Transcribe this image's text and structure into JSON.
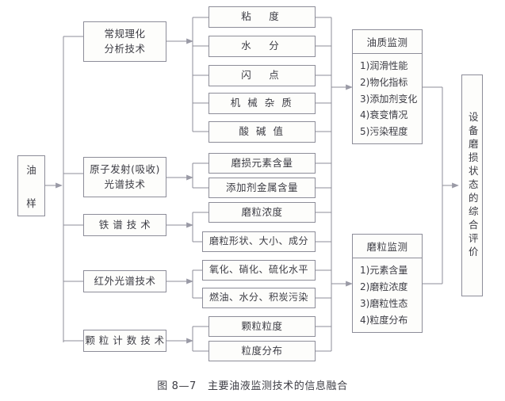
{
  "figure": {
    "caption_number": "图 8—7",
    "caption_text": "主要油液监测技术的信息融合"
  },
  "colors": {
    "box_border": "#8d8d99",
    "box_fill": "#fdfdfb",
    "line": "#8d8d99",
    "text": "#3c3c44",
    "background": "#ffffff"
  },
  "source": {
    "label_line1": "油",
    "label_line2": "样"
  },
  "techniques": [
    {
      "id": "conventional",
      "line1": "常规理化",
      "line2": "分析技术"
    },
    {
      "id": "atomic-spectrum",
      "line1": "原子发射(吸收)",
      "line2": "光谱技术"
    },
    {
      "id": "ferrography",
      "line1": "铁 谱 技 术",
      "line2": ""
    },
    {
      "id": "infrared",
      "line1": "红外光谱技术",
      "line2": ""
    },
    {
      "id": "particle-count",
      "line1": "颗 粒 计 数 技 术",
      "line2": ""
    }
  ],
  "parameters": [
    {
      "id": "viscosity",
      "label": "粘　度"
    },
    {
      "id": "water-content",
      "label": "水　分"
    },
    {
      "id": "flash-point",
      "label": "闪　点"
    },
    {
      "id": "mechanical-impurity",
      "label": "机 械 杂 质"
    },
    {
      "id": "acid-base-value",
      "label": "酸 碱 值"
    },
    {
      "id": "wear-element-content",
      "label": "磨损元素含量"
    },
    {
      "id": "additive-metal-content",
      "label": "添加剂金属含量"
    },
    {
      "id": "particle-concentration",
      "label": "磨粒浓度"
    },
    {
      "id": "particle-shape-size-composition",
      "label": "磨粒形状、大小、成分"
    },
    {
      "id": "oxidation-nitration-sulfation",
      "label": "氧化、硝化、硫化水平"
    },
    {
      "id": "fuel-water-soot-contamination",
      "label": "燃油、水分、积炭污染"
    },
    {
      "id": "particle-size",
      "label": "颗粒粒度"
    },
    {
      "id": "size-distribution",
      "label": "粒度分布"
    }
  ],
  "monitoring": {
    "oil_quality": {
      "title": "油质监测",
      "items": [
        "1)润滑性能",
        "2)物化指标",
        "3)添加剂变化",
        "4)衰变情况",
        "5)污染程度"
      ]
    },
    "wear_particle": {
      "title": "磨粒监测",
      "items": [
        "1)元素含量",
        "2)磨粒浓度",
        "3)磨粒性态",
        "4)粒度分布"
      ]
    }
  },
  "evaluation": {
    "label": "设备磨损状态的综合评价"
  }
}
